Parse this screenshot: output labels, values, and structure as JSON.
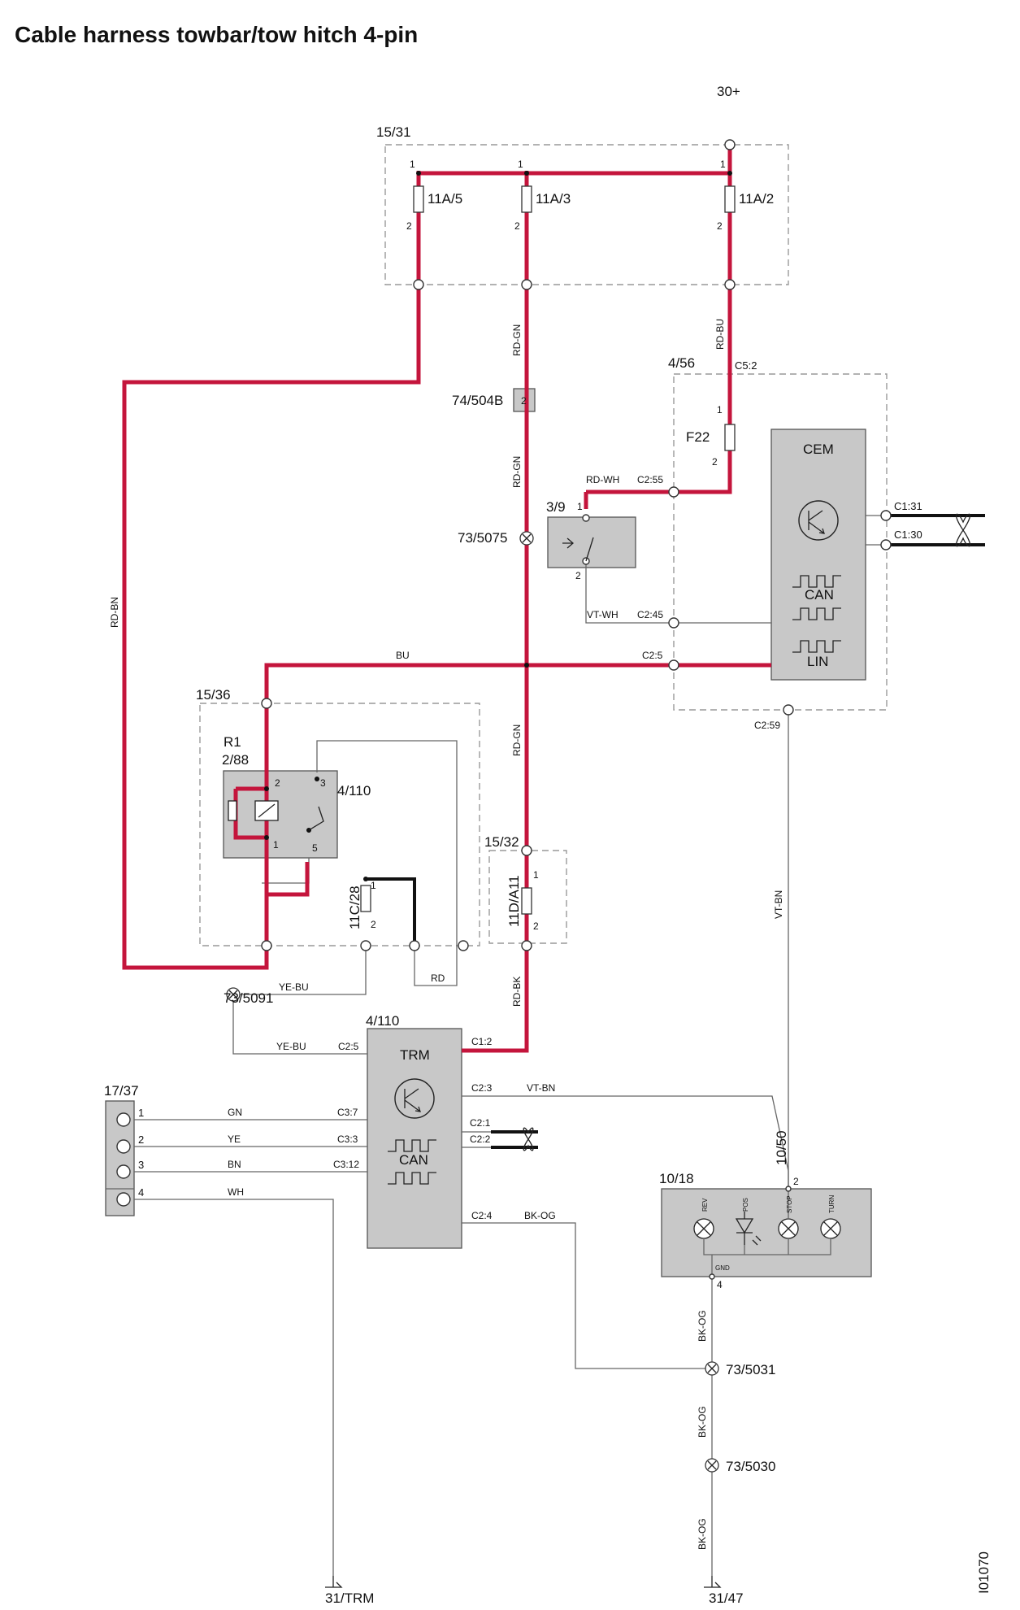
{
  "title": "Cable harness towbar/tow hitch 4-pin",
  "drawing_id": "I01070",
  "supply": "30+",
  "grounds": {
    "trm": "31/TRM",
    "main": "31/47"
  },
  "components": {
    "fuse_box": "15/31",
    "fuse_a": "11A/5",
    "fuse_b": "11A/3",
    "fuse_c": "11A/2",
    "connector_74": "74/504B",
    "connector_74_pin": "2",
    "cem_box": "4/56",
    "cem_box_pin": "C5:2",
    "fuse_f22": "F22",
    "cem": "CEM",
    "cem_can": "CAN",
    "cem_lin": "LIN",
    "switch": "3/9",
    "splice_5075": "73/5075",
    "relay_box": "15/36",
    "relay_r1": "R1",
    "relay_id": "2/88",
    "fuse_11c": "11C/28",
    "fuse_11d_box": "15/32",
    "fuse_11d": "11D/A11",
    "splice_5091": "73/5091",
    "trm_id": "4/110",
    "trm": "TRM",
    "trm_can": "CAN",
    "socket": "17/37",
    "lamp_unit": "10/18",
    "lamp_conn": "10/50",
    "splice_5031": "73/5031",
    "splice_5030": "73/5030"
  },
  "lamps": {
    "rev": "REV",
    "pos": "POS",
    "stop": "STOP",
    "turn": "TURN",
    "gnd": "GND"
  },
  "wires": {
    "rd_gn": "RD-GN",
    "rd_bu": "RD-BU",
    "rd_bn": "RD-BN",
    "rd_wh": "RD-WH",
    "vt_wh": "VT-WH",
    "bu": "BU",
    "vt_bn": "VT-BN",
    "ye_bu": "YE-BU",
    "rd": "RD",
    "rd_bk": "RD-BK",
    "gn": "GN",
    "ye": "YE",
    "bn": "BN",
    "wh": "WH",
    "bk_og": "BK-OG"
  },
  "pins": {
    "c1_31": "C1:31",
    "c1_30": "C1:30",
    "c2_55": "C2:55",
    "c2_45": "C2:45",
    "c2_5": "C2:5",
    "c2_59": "C2:59",
    "trm_c2_5": "C2:5",
    "trm_c1_2": "C1:2",
    "trm_c2_3": "C2:3",
    "trm_c2_1": "C2:1",
    "trm_c2_2": "C2:2",
    "trm_c2_4": "C2:4",
    "c3_7": "C3:7",
    "c3_3": "C3:3",
    "c3_12": "C3:12",
    "n1": "1",
    "n2": "2",
    "n3": "3",
    "n4": "4",
    "n5": "5"
  }
}
